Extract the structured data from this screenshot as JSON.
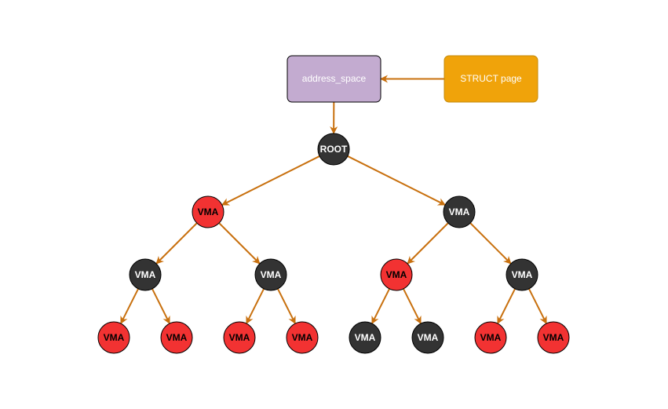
{
  "diagram": {
    "colors": {
      "edge": "#c8700e",
      "red_node": "#f23232",
      "black_node": "#333333",
      "address_space_fill": "#c3abd0",
      "struct_page_fill": "#f0a30a"
    },
    "boxes": [
      {
        "id": "address_space",
        "label": "address_space"
      },
      {
        "id": "struct_page",
        "label": "STRUCT page"
      }
    ],
    "nodes": [
      {
        "id": "root",
        "label": "ROOT",
        "color": "black",
        "level": 0,
        "index": 0
      },
      {
        "id": "l1a",
        "label": "VMA",
        "color": "red",
        "level": 1,
        "index": 0
      },
      {
        "id": "l1b",
        "label": "VMA",
        "color": "black",
        "level": 1,
        "index": 1
      },
      {
        "id": "l2a",
        "label": "VMA",
        "color": "black",
        "level": 2,
        "index": 0
      },
      {
        "id": "l2b",
        "label": "VMA",
        "color": "black",
        "level": 2,
        "index": 1
      },
      {
        "id": "l2c",
        "label": "VMA",
        "color": "red",
        "level": 2,
        "index": 2
      },
      {
        "id": "l2d",
        "label": "VMA",
        "color": "black",
        "level": 2,
        "index": 3
      },
      {
        "id": "l3a",
        "label": "VMA",
        "color": "red",
        "level": 3,
        "index": 0
      },
      {
        "id": "l3b",
        "label": "VMA",
        "color": "red",
        "level": 3,
        "index": 1
      },
      {
        "id": "l3c",
        "label": "VMA",
        "color": "red",
        "level": 3,
        "index": 2
      },
      {
        "id": "l3d",
        "label": "VMA",
        "color": "red",
        "level": 3,
        "index": 3
      },
      {
        "id": "l3e",
        "label": "VMA",
        "color": "black",
        "level": 3,
        "index": 4
      },
      {
        "id": "l3f",
        "label": "VMA",
        "color": "black",
        "level": 3,
        "index": 5
      },
      {
        "id": "l3g",
        "label": "VMA",
        "color": "red",
        "level": 3,
        "index": 6
      },
      {
        "id": "l3h",
        "label": "VMA",
        "color": "red",
        "level": 3,
        "index": 7
      }
    ],
    "edges": [
      {
        "from": "struct_page",
        "to": "address_space"
      },
      {
        "from": "address_space",
        "to": "root"
      },
      {
        "from": "root",
        "to": "l1a"
      },
      {
        "from": "root",
        "to": "l1b"
      },
      {
        "from": "l1a",
        "to": "l2a"
      },
      {
        "from": "l1a",
        "to": "l2b"
      },
      {
        "from": "l1b",
        "to": "l2c"
      },
      {
        "from": "l1b",
        "to": "l2d"
      },
      {
        "from": "l2a",
        "to": "l3a"
      },
      {
        "from": "l2a",
        "to": "l3b"
      },
      {
        "from": "l2b",
        "to": "l3c"
      },
      {
        "from": "l2b",
        "to": "l3d"
      },
      {
        "from": "l2c",
        "to": "l3e"
      },
      {
        "from": "l2c",
        "to": "l3f"
      },
      {
        "from": "l2d",
        "to": "l3g"
      },
      {
        "from": "l2d",
        "to": "l3h"
      }
    ]
  }
}
